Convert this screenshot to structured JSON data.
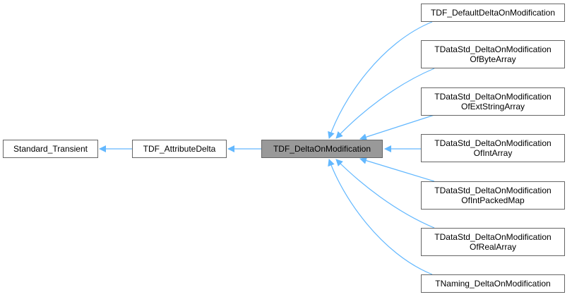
{
  "nodes": {
    "standard_transient": {
      "label": "Standard_Transient"
    },
    "attribute_delta": {
      "label": "TDF_AttributeDelta"
    },
    "delta_on_modification": {
      "label": "TDF_DeltaOnModification"
    },
    "default_delta": {
      "label": "TDF_DefaultDeltaOnModification"
    },
    "byte_array": {
      "line1": "TDataStd_DeltaOnModification",
      "line2": "OfByteArray"
    },
    "ext_string_array": {
      "line1": "TDataStd_DeltaOnModification",
      "line2": "OfExtStringArray"
    },
    "int_array": {
      "line1": "TDataStd_DeltaOnModification",
      "line2": "OfIntArray"
    },
    "int_packed_map": {
      "line1": "TDataStd_DeltaOnModification",
      "line2": "OfIntPackedMap"
    },
    "real_array": {
      "line1": "TDataStd_DeltaOnModification",
      "line2": "OfRealArray"
    },
    "naming_delta": {
      "label": "TNaming_DeltaOnModification"
    }
  },
  "edges": [
    {
      "from": "attribute_delta",
      "to": "standard_transient"
    },
    {
      "from": "delta_on_modification",
      "to": "attribute_delta"
    },
    {
      "from": "default_delta",
      "to": "delta_on_modification"
    },
    {
      "from": "byte_array",
      "to": "delta_on_modification"
    },
    {
      "from": "ext_string_array",
      "to": "delta_on_modification"
    },
    {
      "from": "int_array",
      "to": "delta_on_modification"
    },
    {
      "from": "int_packed_map",
      "to": "delta_on_modification"
    },
    {
      "from": "real_array",
      "to": "delta_on_modification"
    },
    {
      "from": "naming_delta",
      "to": "delta_on_modification"
    }
  ],
  "colors": {
    "edge": "#63b8ff",
    "current_fill": "#999999",
    "border": "#666666"
  }
}
